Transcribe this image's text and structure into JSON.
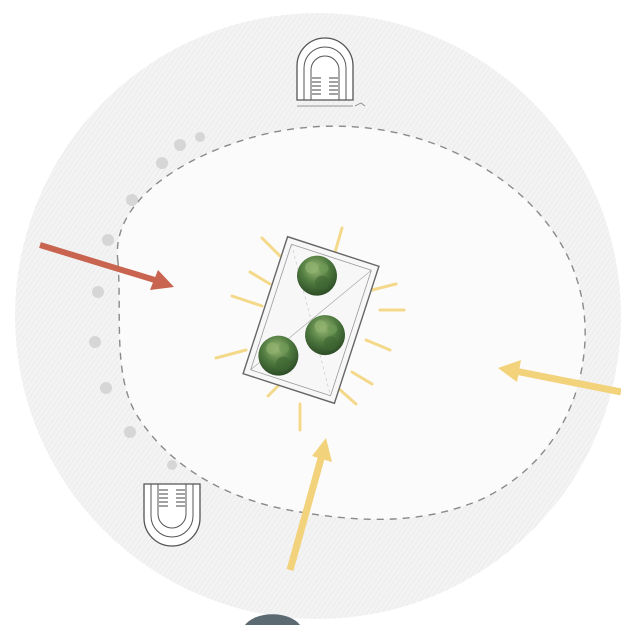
{
  "diagram": {
    "colors": {
      "page": "#ffffff",
      "site_fill": "#f3f3f3",
      "site_hatch": "#e2e2e2",
      "plaza_fill": "#fafafa",
      "dashed_boundary": "#8a8a8a",
      "bollard": "#d6d6d6",
      "primary_arrow": "#c8644f",
      "secondary_arrow": "#f2d27a",
      "sun_rays": "#f4d98a",
      "planter_outline": "#6a6a6a",
      "tree_foliage": "#4f7a3f",
      "tree_highlight": "#8fb06d",
      "tree_shadow": "#2f4f28",
      "structure_line": "#555555",
      "corner_mark": "#5a6a70"
    },
    "elements": {
      "entry_arrows": [
        {
          "name": "primary-entry-arrow-west",
          "style": "primary"
        },
        {
          "name": "secondary-entry-arrow-east",
          "style": "secondary"
        },
        {
          "name": "secondary-entry-arrow-south",
          "style": "secondary"
        }
      ],
      "stair_pavilions": [
        "north-stair-pavilion",
        "southwest-stair-pavilion"
      ],
      "planter": {
        "tree_count": 3
      },
      "sun_ray_count": 12,
      "bollard_count": 10
    }
  }
}
